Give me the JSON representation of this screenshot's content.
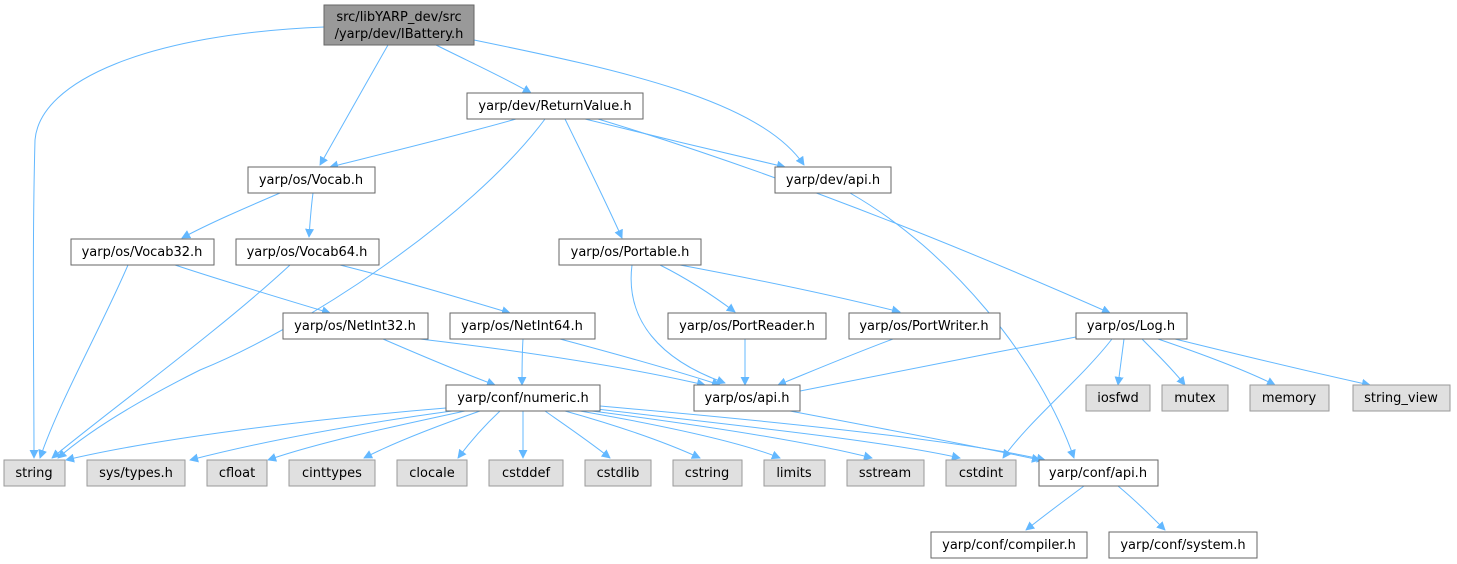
{
  "colors": {
    "edge": "#63b8ff",
    "root_fill": "#999999",
    "external_fill": "#e0e0e0",
    "internal_fill": "#ffffff",
    "border_dark": "#666666",
    "border_light": "#999999"
  },
  "root": {
    "line1": "src/libYARP_dev/src",
    "line2": "/yarp/dev/IBattery.h"
  },
  "headers": {
    "return_value": "yarp/dev/ReturnValue.h",
    "vocab": "yarp/os/Vocab.h",
    "dev_api": "yarp/dev/api.h",
    "vocab32": "yarp/os/Vocab32.h",
    "vocab64": "yarp/os/Vocab64.h",
    "portable": "yarp/os/Portable.h",
    "netint32": "yarp/os/NetInt32.h",
    "netint64": "yarp/os/NetInt64.h",
    "port_reader": "yarp/os/PortReader.h",
    "port_writer": "yarp/os/PortWriter.h",
    "log": "yarp/os/Log.h",
    "numeric": "yarp/conf/numeric.h",
    "os_api": "yarp/os/api.h",
    "conf_api": "yarp/conf/api.h",
    "compiler": "yarp/conf/compiler.h",
    "system": "yarp/conf/system.h"
  },
  "system_headers": {
    "string": "string",
    "sys_types": "sys/types.h",
    "cfloat": "cfloat",
    "cinttypes": "cinttypes",
    "clocale": "clocale",
    "cstddef": "cstddef",
    "cstdlib": "cstdlib",
    "cstring": "cstring",
    "limits": "limits",
    "sstream": "sstream",
    "cstdint": "cstdint",
    "iosfwd": "iosfwd",
    "mutex": "mutex",
    "memory": "memory",
    "string_view": "string_view"
  }
}
